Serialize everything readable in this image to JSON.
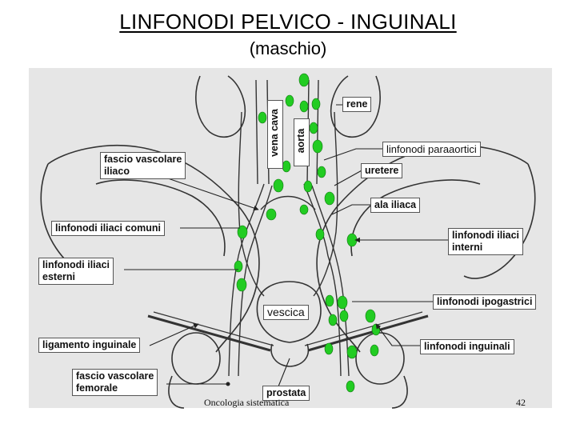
{
  "title": "LINFONODI  PELVICO - INGUINALI",
  "subtitle": "(maschio)",
  "labels": {
    "rene": "rene",
    "vena_cava": "vena cava",
    "aorta": "aorta",
    "paraaortici": "linfonodi paraaortici",
    "fascio_iliaco_1": "fascio vascolare",
    "fascio_iliaco_2": "iliaco",
    "uretere": "uretere",
    "ala_iliaca": "ala iliaca",
    "iliaci_comuni": "linfonodi iliaci comuni",
    "iliaci_interni_1": "linfonodi iliaci",
    "iliaci_interni_2": "interni",
    "iliaci_esterni_1": "linfonodi iliaci",
    "iliaci_esterni_2": "esterni",
    "vescica": "vescica",
    "ipogastrici": "linfonodi ipogastrici",
    "ligamento": "ligamento inguinale",
    "inguinali": "linfonodi inguinali",
    "fascio_femorale_1": "fascio vascolare",
    "fascio_femorale_2": "femorale",
    "prostata": "prostata"
  },
  "footer": {
    "source": "Oncologia sistematica",
    "page": "42"
  },
  "colors": {
    "node_green": "#22cc22",
    "background": "#e6e6e6",
    "line": "#333333"
  }
}
